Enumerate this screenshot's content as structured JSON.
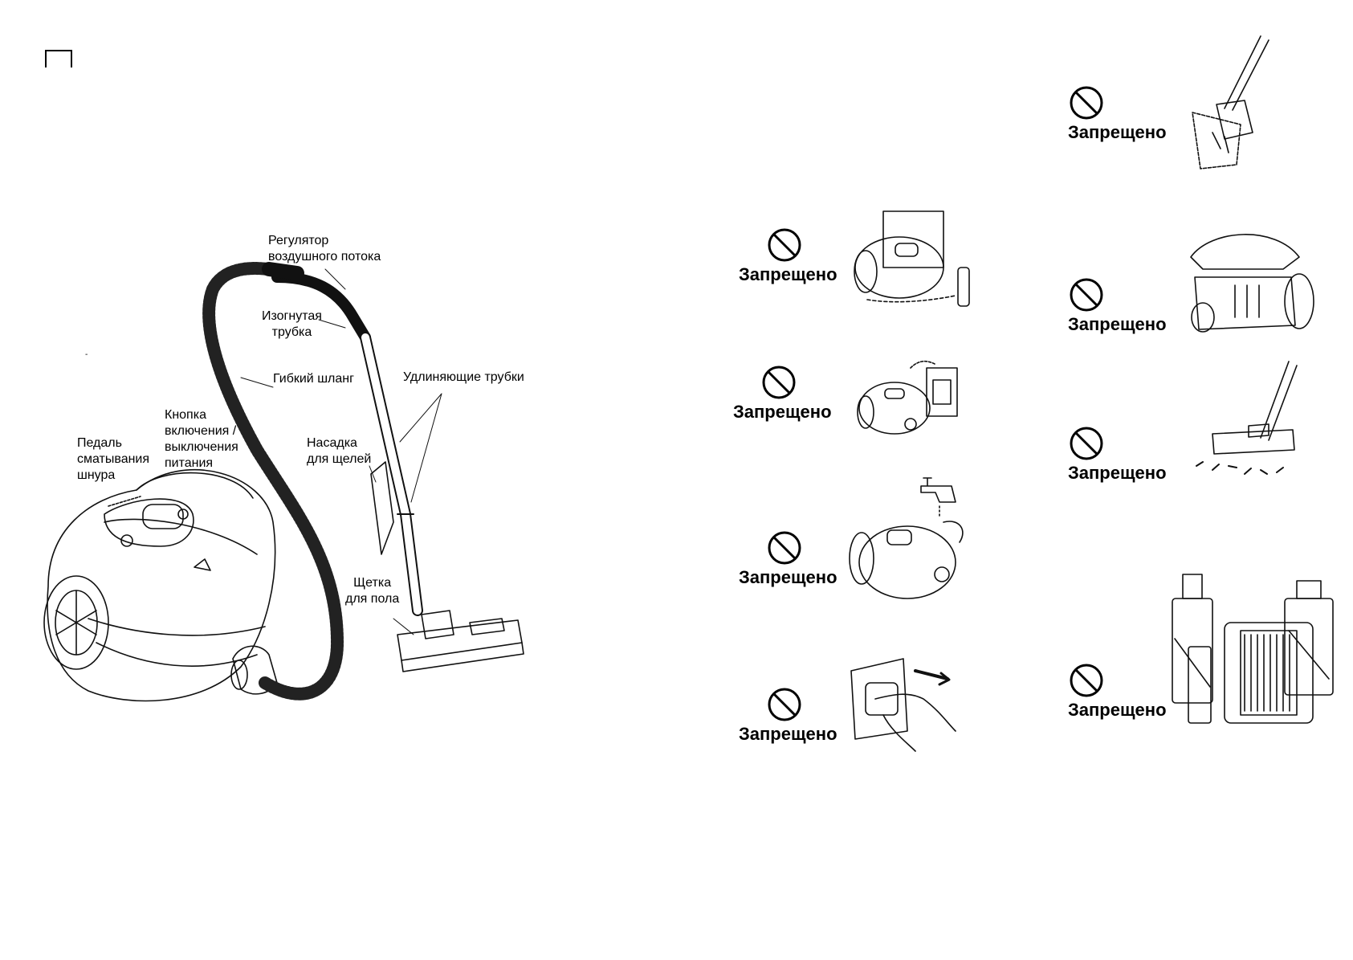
{
  "diagram": {
    "labels": {
      "airflow": "Регулятор\nвоздушного потока",
      "bent_tube": "Изогнутая\nтрубка",
      "hose": "Гибкий шланг",
      "extension": "Удлиняющие трубки",
      "power_button": "Кнопка\nвключения /\nвыключения\nпитания",
      "cord_pedal": "Педаль\nсматывания\nшнура",
      "crevice": "Насадка\nдля щелей",
      "floor_brush": "Щетка\nдля пола",
      "dash": "-"
    }
  },
  "warnings": [
    {
      "label": "Запрещено",
      "icon": "vacuum-glass-icon"
    },
    {
      "label": "Запрещено",
      "icon": "vacuum-flammable-icon"
    },
    {
      "label": "Запрещено",
      "icon": "vacuum-open-lid-icon"
    },
    {
      "label": "Запрещено",
      "icon": "vacuum-heater-icon"
    },
    {
      "label": "Запрещено",
      "icon": "brush-debris-icon"
    },
    {
      "label": "Запрещено",
      "icon": "vacuum-water-tap-icon"
    },
    {
      "label": "Запрещено",
      "icon": "plug-pull-icon"
    },
    {
      "label": "Запрещено",
      "icon": "chemicals-filter-icon"
    }
  ]
}
